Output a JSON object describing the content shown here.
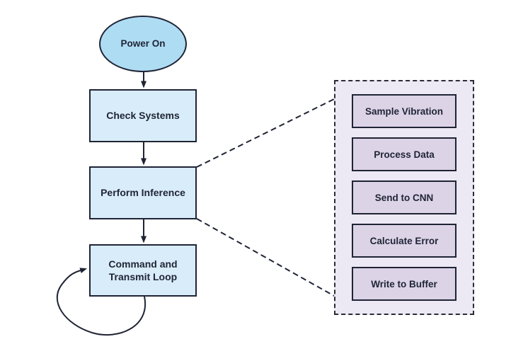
{
  "diagram": {
    "title": "flowchart",
    "main_flow": {
      "start": {
        "label": "Power On",
        "shape": "ellipse"
      },
      "steps": [
        {
          "label": "Check Systems",
          "shape": "rectangle"
        },
        {
          "label": "Perform Inference",
          "shape": "rectangle"
        },
        {
          "label": "Command and Transmit Loop",
          "shape": "rectangle",
          "note": "has self-loop arrow"
        }
      ]
    },
    "detail_panel": {
      "expanded_from": "Perform Inference",
      "border_style": "dashed",
      "steps": [
        "Sample Vibration",
        "Process Data",
        "Send to CNN",
        "Calculate Error",
        "Write to Buffer"
      ]
    }
  },
  "colors": {
    "canvas_bg": "#ffffff",
    "node_border": "#1f2435",
    "node_fill_blue": "#d9ecf9",
    "ellipse_fill": "#aedcf3",
    "detail_bg": "#ece8f4",
    "detail_item_fill": "#dcd3e7",
    "line_color": "#1f2435",
    "text_color": "#1f2435"
  }
}
